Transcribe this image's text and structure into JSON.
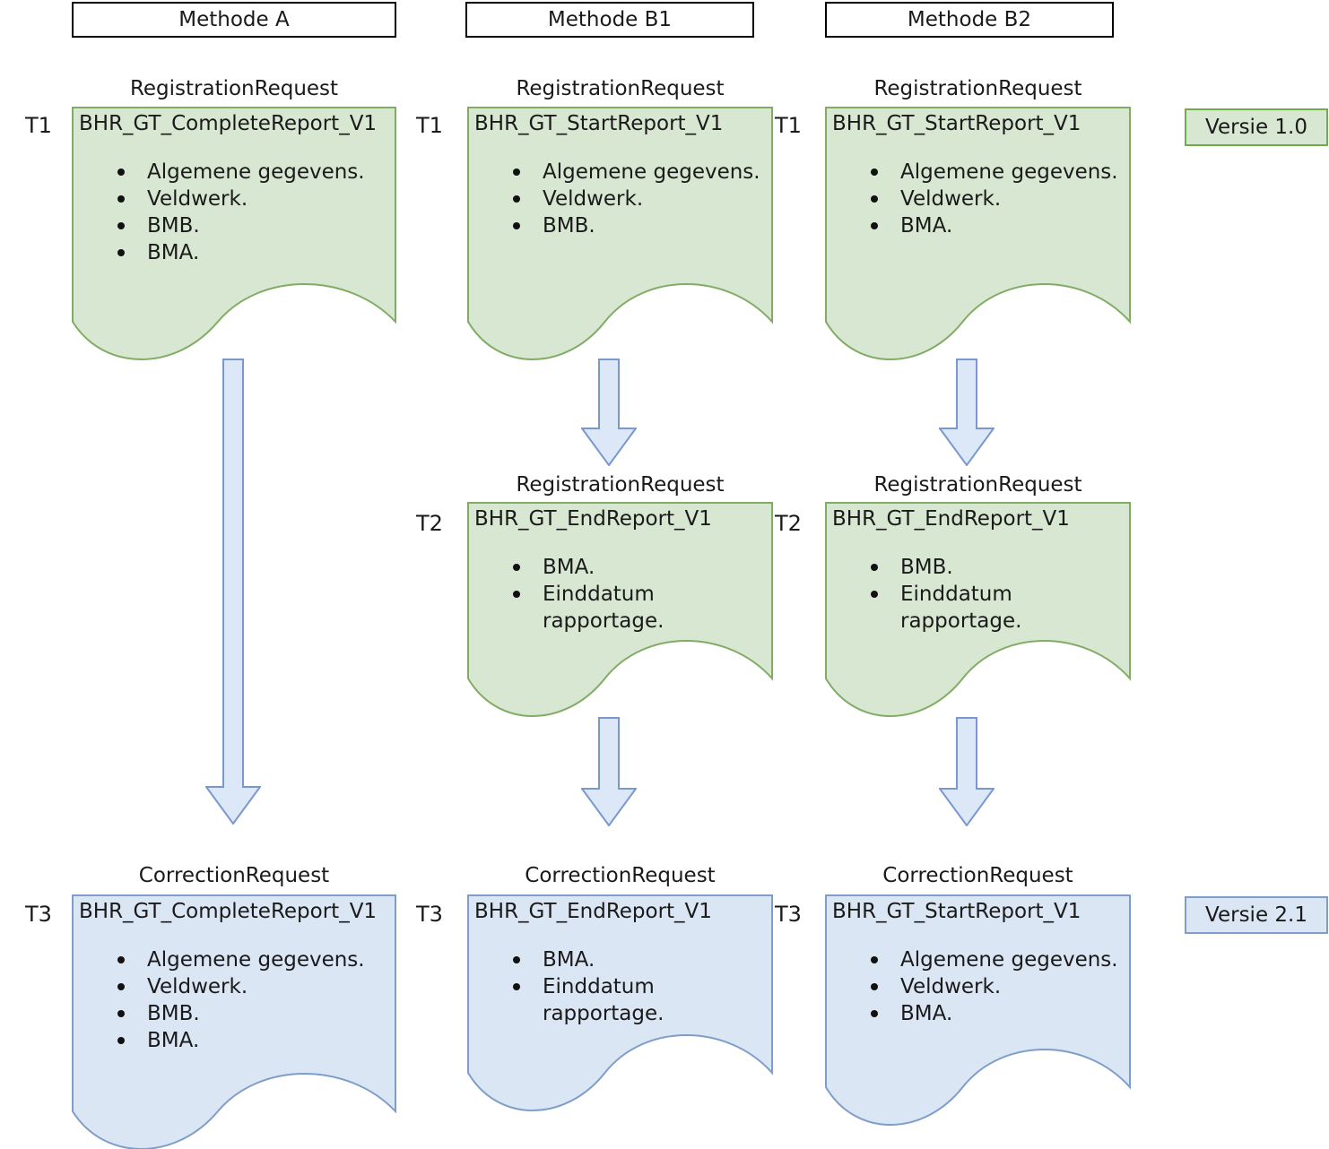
{
  "columns": [
    {
      "header": "Methode A"
    },
    {
      "header": "Methode B1"
    },
    {
      "header": "Methode B2"
    }
  ],
  "documents": [
    {
      "column": "Methode A",
      "time": "T1",
      "request": "RegistrationRequest",
      "title": "BHR_GT_CompleteReport_V1",
      "bullets": [
        "Algemene gegevens.",
        "Veldwerk.",
        "BMB.",
        "BMA."
      ],
      "variant": "green"
    },
    {
      "column": "Methode B1",
      "time": "T1",
      "request": "RegistrationRequest",
      "title": "BHR_GT_StartReport_V1",
      "bullets": [
        "Algemene gegevens.",
        "Veldwerk.",
        "BMB."
      ],
      "variant": "green"
    },
    {
      "column": "Methode B2",
      "time": "T1",
      "request": "RegistrationRequest",
      "title": "BHR_GT_StartReport_V1",
      "bullets": [
        "Algemene gegevens.",
        "Veldwerk.",
        "BMA."
      ],
      "variant": "green"
    },
    {
      "column": "Methode B1",
      "time": "T2",
      "request": "RegistrationRequest",
      "title": "BHR_GT_EndReport_V1",
      "bullets": [
        "BMA.",
        "Einddatum rapportage."
      ],
      "variant": "green"
    },
    {
      "column": "Methode B2",
      "time": "T2",
      "request": "RegistrationRequest",
      "title": "BHR_GT_EndReport_V1",
      "bullets": [
        "BMB.",
        "Einddatum rapportage."
      ],
      "variant": "green"
    },
    {
      "column": "Methode A",
      "time": "T3",
      "request": "CorrectionRequest",
      "title": "BHR_GT_CompleteReport_V1",
      "bullets": [
        "Algemene gegevens.",
        "Veldwerk.",
        "BMB.",
        "BMA."
      ],
      "variant": "blue"
    },
    {
      "column": "Methode B1",
      "time": "T3",
      "request": "CorrectionRequest",
      "title": "BHR_GT_EndReport_V1",
      "bullets": [
        "BMA.",
        "Einddatum rapportage."
      ],
      "variant": "blue"
    },
    {
      "column": "Methode B2",
      "time": "T3",
      "request": "CorrectionRequest",
      "title": "BHR_GT_StartReport_V1",
      "bullets": [
        "Algemene gegevens.",
        "Veldwerk.",
        "BMA."
      ],
      "variant": "blue"
    }
  ],
  "badges": [
    {
      "label": "Versie 1.0",
      "variant": "green"
    },
    {
      "label": "Versie 2.1",
      "variant": "blue"
    }
  ],
  "colors": {
    "green_fill": "#d7e7d2",
    "green_stroke": "#80ac64",
    "blue_fill": "#dbe6f5",
    "blue_stroke": "#7f9dc9",
    "arrow_fill": "#dce8f8",
    "arrow_stroke": "#7898ce",
    "badge_green_stroke": "#70ad47",
    "text": "#1a1a1a"
  }
}
